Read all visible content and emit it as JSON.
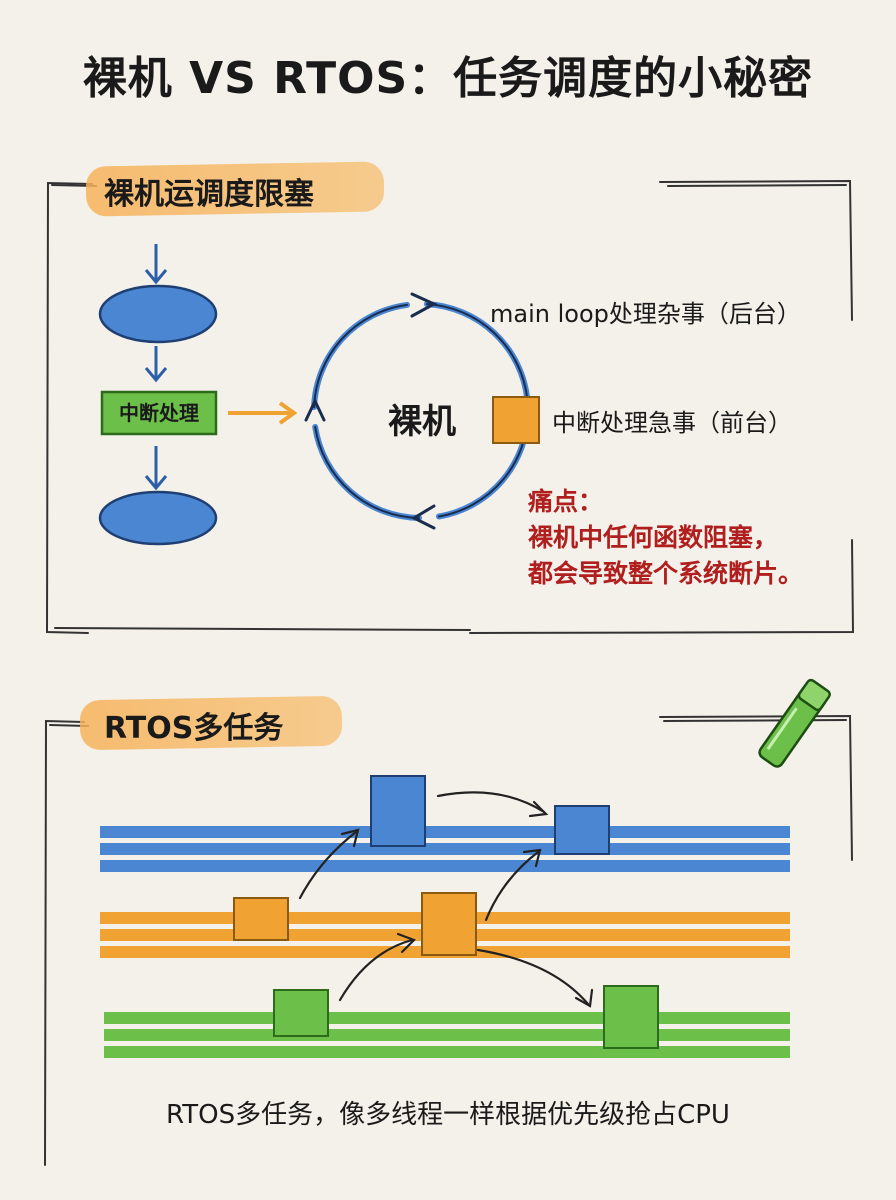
{
  "title": "裸机 VS RTOS：任务调度的小秘密",
  "section1": {
    "heading": "裸机运调度限塞",
    "interrupt_box": "中断处理",
    "core_label": "裸机",
    "main_loop": "main loop处理杂事（后台）",
    "isr_label": "中断处理急事（前台）",
    "pain_point": {
      "heading": "痛点：",
      "line1": "裸机中任何函数阻塞，",
      "line2": "都会导致整个系统断片。"
    }
  },
  "section2": {
    "heading": "RTOS多任务",
    "caption": "RTOS多任务，像多线程一样根据优先级抢占CPU"
  },
  "colors": {
    "blue": "#3f7fcf",
    "orange": "#f0a233",
    "green": "#5cba3c",
    "red": "#b01e1e",
    "highlight": "#f6b25a",
    "background": "#f4f1ea"
  },
  "icons": [
    "down-arrow-icon",
    "right-arrow-icon",
    "cycle-arrow-icon",
    "marker-pen-icon"
  ]
}
